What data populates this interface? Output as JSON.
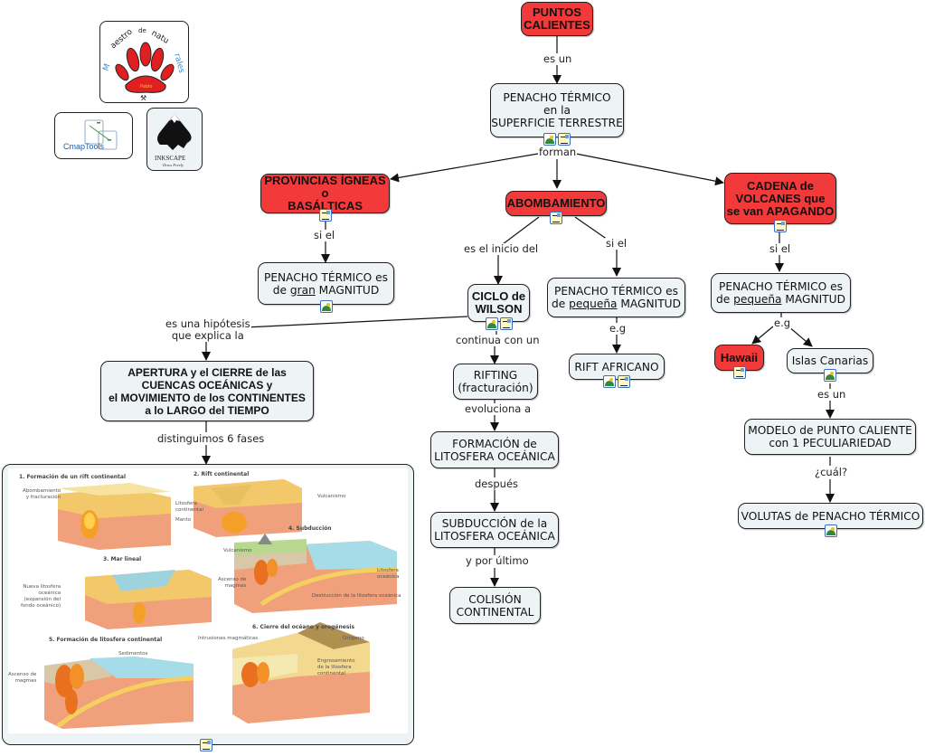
{
  "logos": {
    "maestro": {
      "text": "Maestro de naturales",
      "badge": "Pablo",
      "icon": "paw-icon"
    },
    "cmaptools": {
      "text": "CmapTools",
      "icon": "cmap-logo-icon"
    },
    "inkscape": {
      "text": "INKSCAPE",
      "subtext": "Draw Freely",
      "icon": "inkscape-logo-icon"
    }
  },
  "nodes": {
    "puntos_calientes": "PUNTOS\nCALIENTES",
    "penacho_superficie": "PENACHO TÉRMICO\nen la\nSUPERFICIE TERRESTRE",
    "provincias": "PROVINCIAS ÍGNEAS o\nBASÁLTICAS",
    "abombamiento": "ABOMBAMIENTO",
    "cadena": "CADENA de\nVOLCANES que\nse van APAGANDO",
    "penacho_gran_1": "PENACHO TÉRMICO es",
    "penacho_gran_2a": "de ",
    "penacho_gran_2u": "gran",
    "penacho_gran_2b": " MAGNITUD",
    "ciclo_wilson": "CICLO de\nWILSON",
    "penacho_peq_mid_1": "PENACHO TÉRMICO es",
    "penacho_peq_mid_2a": "de ",
    "penacho_peq_mid_2u": "pequeña",
    "penacho_peq_mid_2b": " MAGNITUD",
    "penacho_peq_right_1": "PENACHO TÉRMICO es",
    "penacho_peq_right_2a": "de ",
    "penacho_peq_right_2u": "pequeña",
    "penacho_peq_right_2b": " MAGNITUD",
    "apertura": "APERTURA y el CIERRE de las\nCUENCAS OCEÁNICAS y\nel MOVIMIENTO de los CONTINENTES\na lo LARGO del TIEMPO",
    "rifting": "RIFTING\n(fracturación)",
    "rift_africano": "RIFT AFRICANO",
    "hawaii": "Hawaii",
    "islas_canarias": "Islas Canarias",
    "formacion": "FORMACIÓN de\nLITOSFERA OCEÁNICA",
    "subduccion": "SUBDUCCIÓN de la\nLITOSFERA OCEÁNICA",
    "colision": "COLISIÓN\nCONTINENTAL",
    "modelo": "MODELO de PUNTO CALIENTE\ncon 1 PECULIARIEDAD",
    "volutas": "VOLUTAS de PENACHO TÉRMICO"
  },
  "links": {
    "es_un_1": "es un",
    "forman": "forman",
    "si_el_1": "si el",
    "es_el_inicio": "es el inicio del",
    "si_el_2": "si el",
    "si_el_3": "si el",
    "hipotesis": "es una hipótesis\nque explica la",
    "continua": "continua con un",
    "eg_1": "e.g",
    "eg_2": "e.g",
    "evoluciona": "evoluciona a",
    "es_un_2": "es un",
    "despues": "después",
    "cual": "¿cuál?",
    "y_por_ultimo": "y por último",
    "distinguimos": "distinguimos 6 fases"
  },
  "figure": {
    "panels": [
      {
        "title": "1. Formación de un rift continental",
        "notes": [
          "Abombamiento\ny fracturación",
          "Litosfera\ncontinental",
          "Manto"
        ]
      },
      {
        "title": "2. Rift continental",
        "notes": [
          "Vulcanismo"
        ]
      },
      {
        "title": "3. Mar lineal",
        "notes": [
          "Nueva litosfera\noceánica\n(expansión del\nfondo oceánico)"
        ]
      },
      {
        "title": "4. Subducción",
        "notes": [
          "Vulcanismo",
          "Litosfera\noceánica",
          "Ascenso de\nmagmas",
          "Destrucción de la litosfera oceánica"
        ]
      },
      {
        "title": "5. Formación de litosfera continental",
        "notes": [
          "Sedimentos",
          "Ascenso de\nmagmas"
        ]
      },
      {
        "title": "6. Cierre del océano y orogénesis",
        "notes": [
          "Intrusiones magmáticas",
          "Orógeno",
          "Engrosamiento\nde la litosfera\ncontinental"
        ]
      }
    ]
  },
  "colors": {
    "concept_red": "#f23a3a",
    "concept_default": "#eef3f6",
    "line": "#111111",
    "icon_border": "#3a6fc4"
  }
}
